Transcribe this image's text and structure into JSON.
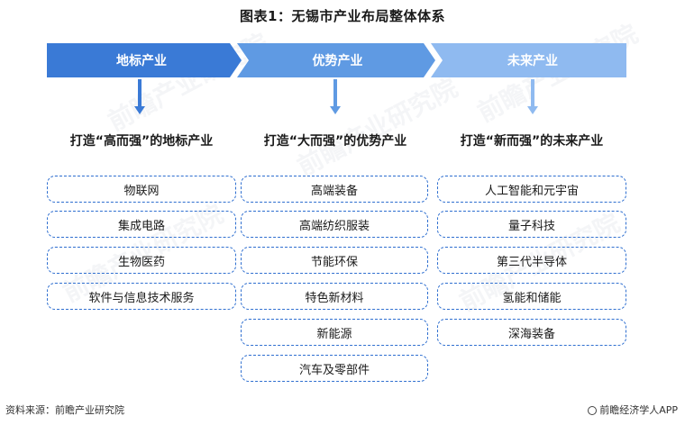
{
  "title": "图表1：无锡市产业布局整体体系",
  "columns": [
    {
      "header": "地标产业",
      "subtitle": "打造“高而强”的地标产业",
      "items": [
        "物联网",
        "集成电路",
        "生物医药",
        "软件与信息技术服务"
      ]
    },
    {
      "header": "优势产业",
      "subtitle": "打造“大而强”的优势产业",
      "items": [
        "高端装备",
        "高端纺织服装",
        "节能环保",
        "特色新材料",
        "新能源",
        "汽车及零部件"
      ]
    },
    {
      "header": "未来产业",
      "subtitle": "打造“新而强”的未来产业",
      "items": [
        "人工智能和元宇宙",
        "量子科技",
        "第三代半导体",
        "氢能和储能",
        "深海装备"
      ]
    }
  ],
  "colors": {
    "header_1": "#3a7ad6",
    "header_2": "#5f9ae3",
    "header_3": "#8fbaf0",
    "arrow_1": "#3a7ad6",
    "arrow_2": "#5f9ae3",
    "arrow_3": "#8fbaf0",
    "item_border": "#2f6fd0"
  },
  "footer": {
    "source": "资料来源：前瞻产业研究院",
    "brand": "前瞻经济学人APP"
  },
  "watermark_text": "前瞻产业研究院"
}
